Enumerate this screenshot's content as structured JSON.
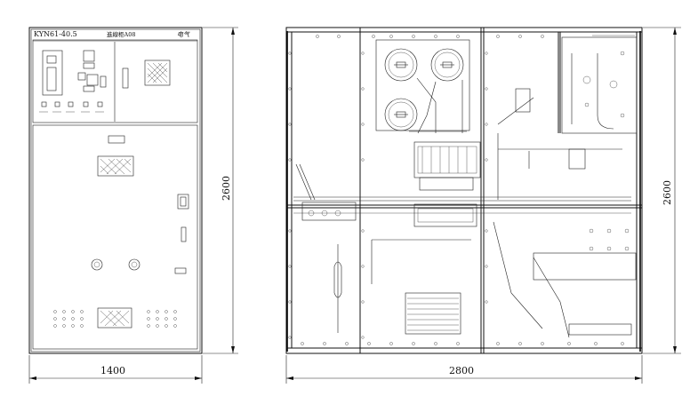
{
  "front_view": {
    "model_label": "KYN61-40.5",
    "panel_name_label": "進線柜A08",
    "logo_text": "电气"
  },
  "dimensions": {
    "front_width": "1400",
    "front_height": "2600",
    "side_width": "2800",
    "side_height": "2600"
  }
}
